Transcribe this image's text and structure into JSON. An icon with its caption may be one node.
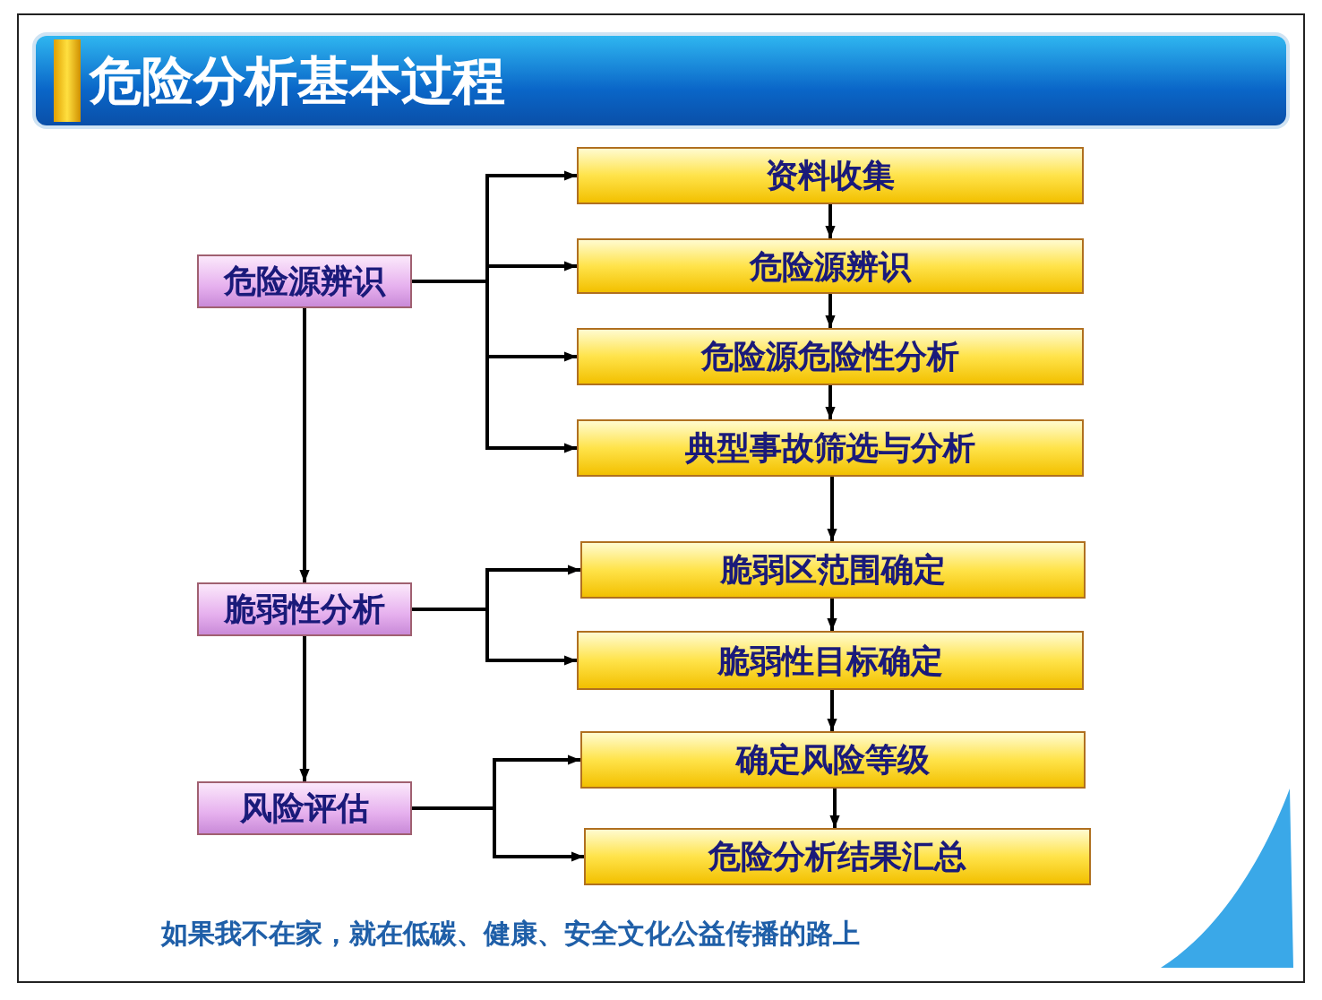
{
  "diagram": {
    "title": "危险分析基本过程",
    "nodes": [
      {
        "text": [
          "危险源辨识"
        ]
      },
      {
        "text": [
          "脆弱性分析"
        ]
      },
      {
        "text": [
          "风险评估"
        ]
      },
      {
        "text": [
          "资料收集"
        ]
      },
      {
        "text": [
          "危险源辨识"
        ]
      },
      {
        "text": [
          "危险源危险性分析"
        ]
      },
      {
        "text": [
          "典型事故筛选与分析"
        ]
      },
      {
        "text": [
          "脆弱区范围确定"
        ]
      },
      {
        "text": [
          "脆弱性目标确定"
        ]
      },
      {
        "text": [
          "确定风险等级"
        ]
      },
      {
        "text": [
          "危险分析结果汇总"
        ]
      }
    ],
    "edges": [
      {
        "from": 0,
        "to": 3,
        "arrow": "to"
      },
      {
        "from": 0,
        "to": 4,
        "arrow": "to"
      },
      {
        "from": 0,
        "to": 5,
        "arrow": "to"
      },
      {
        "from": 0,
        "to": 6,
        "arrow": "to"
      },
      {
        "from": 3,
        "to": 4,
        "arrow": "to"
      },
      {
        "from": 4,
        "to": 5,
        "arrow": "to"
      },
      {
        "from": 5,
        "to": 6,
        "arrow": "to"
      },
      {
        "from": 6,
        "to": 7,
        "arrow": "to"
      },
      {
        "from": 0,
        "to": 1,
        "arrow": "to"
      },
      {
        "from": 1,
        "to": 7,
        "arrow": "to"
      },
      {
        "from": 1,
        "to": 8,
        "arrow": "to"
      },
      {
        "from": 7,
        "to": 8,
        "arrow": "to"
      },
      {
        "from": 8,
        "to": 9,
        "arrow": "to"
      },
      {
        "from": 1,
        "to": 2,
        "arrow": "to"
      },
      {
        "from": 2,
        "to": 9,
        "arrow": "to"
      },
      {
        "from": 2,
        "to": 10,
        "arrow": "to"
      },
      {
        "from": 9,
        "to": 10,
        "arrow": "to"
      }
    ],
    "labels": [
      "如果我不在家，就在低碳、健康、安全文化公益传播的路上"
    ]
  }
}
